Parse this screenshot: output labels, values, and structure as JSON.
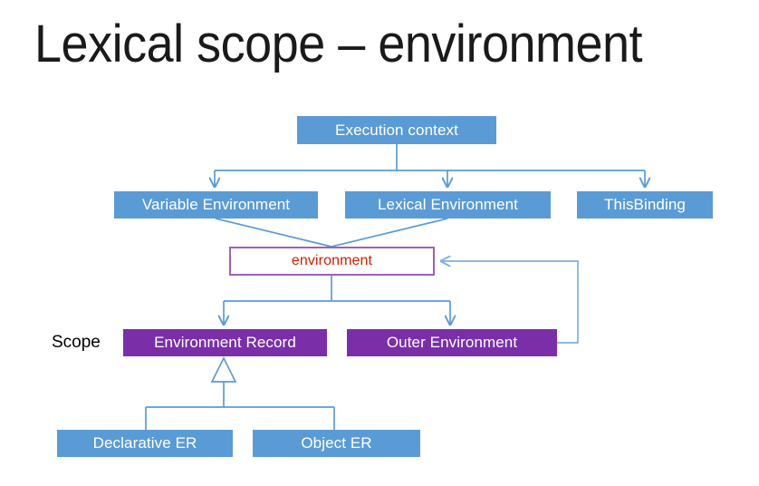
{
  "slide": {
    "title": "Lexical scope – environment",
    "background_color": "#ffffff"
  },
  "palette": {
    "blue_fill": "#5b9bd5",
    "purple_fill": "#7a2fa8",
    "outline_border": "#9b62b5",
    "outline_text": "#cc2200",
    "connector_line": "#5b9bd5",
    "label_text": "#000000",
    "box_text": "#ffffff"
  },
  "diagram": {
    "type": "hierarchy",
    "label_scope": "Scope",
    "nodes": {
      "execution_context": "Execution context",
      "variable_environment": "Variable Environment",
      "lexical_environment": "Lexical Environment",
      "this_binding": "ThisBinding",
      "environment": "environment",
      "environment_record": "Environment Record",
      "outer_environment": "Outer Environment",
      "declarative_er": "Declarative ER",
      "object_er": "Object ER"
    },
    "edges": [
      {
        "from": "execution_context",
        "to": "variable_environment",
        "style": "elbow-arrow"
      },
      {
        "from": "execution_context",
        "to": "lexical_environment",
        "style": "elbow-arrow"
      },
      {
        "from": "execution_context",
        "to": "this_binding",
        "style": "elbow-arrow"
      },
      {
        "from": "variable_environment",
        "to": "environment",
        "style": "diagonal"
      },
      {
        "from": "lexical_environment",
        "to": "environment",
        "style": "diagonal"
      },
      {
        "from": "environment",
        "to": "environment_record",
        "style": "elbow-arrow"
      },
      {
        "from": "environment",
        "to": "outer_environment",
        "style": "elbow-arrow"
      },
      {
        "from": "outer_environment",
        "to": "environment",
        "style": "feedback-elbow-arrow"
      },
      {
        "from": "environment_record",
        "to": "declarative_er",
        "style": "uml-generalization"
      },
      {
        "from": "environment_record",
        "to": "object_er",
        "style": "uml-generalization"
      }
    ]
  }
}
